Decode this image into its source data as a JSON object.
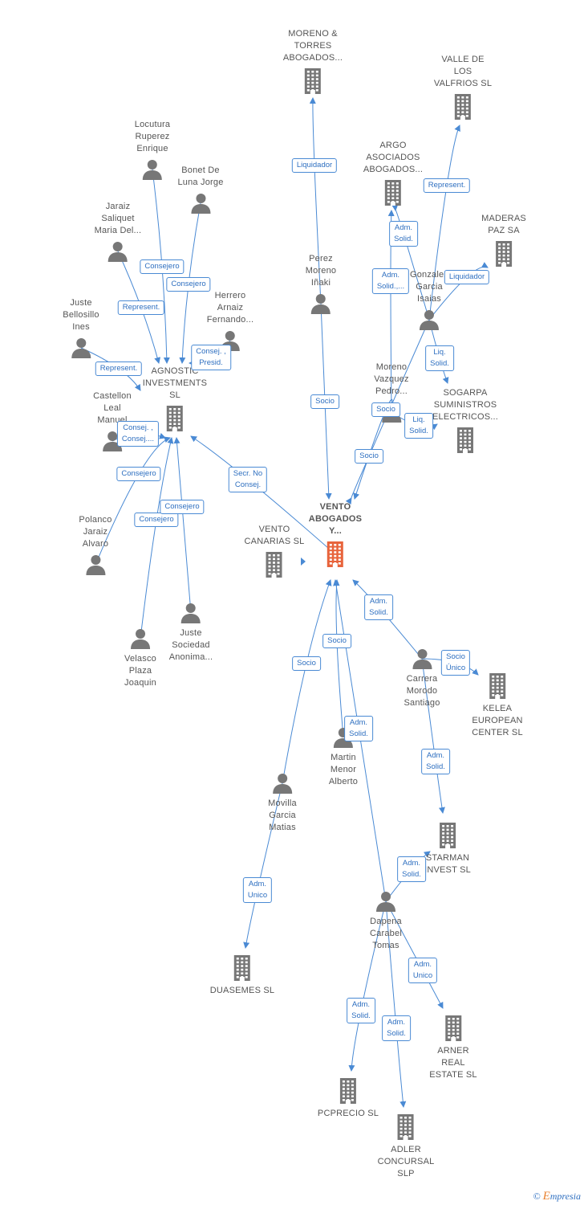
{
  "nodes": [
    {
      "id": "vento",
      "label": "VENTO\nABOGADOS\nY...",
      "kind": "company-main"
    },
    {
      "id": "moreno_torres",
      "label": "MORENO &\nTORRES\nABOGADOS...",
      "kind": "company"
    },
    {
      "id": "valle",
      "label": "VALLE DE\nLOS\nVALFRIOS  SL",
      "kind": "company"
    },
    {
      "id": "argo",
      "label": "ARGO\nASOCIADOS\nABOGADOS...",
      "kind": "company"
    },
    {
      "id": "maderas",
      "label": "MADERAS\nPAZ SA",
      "kind": "company"
    },
    {
      "id": "sogarpa",
      "label": "SOGARPA\nSUMINISTROS\nELECTRICOS...",
      "kind": "company"
    },
    {
      "id": "agnostic",
      "label": "AGNOSTIC\nINVESTMENTS\nSL",
      "kind": "company"
    },
    {
      "id": "vento_canarias",
      "label": "VENTO\nCANARIAS  SL",
      "kind": "company"
    },
    {
      "id": "kelea",
      "label": "KELEA\nEUROPEAN\nCENTER  SL",
      "kind": "company"
    },
    {
      "id": "starman",
      "label": "STARMAN\nINVEST  SL",
      "kind": "company"
    },
    {
      "id": "duasemes",
      "label": "DUASEMES  SL",
      "kind": "company"
    },
    {
      "id": "arner",
      "label": "ARNER\nREAL\nESTATE  SL",
      "kind": "company"
    },
    {
      "id": "pcprecio",
      "label": "PCPRECIO  SL",
      "kind": "company"
    },
    {
      "id": "adler",
      "label": "ADLER\nCONCURSAL\nSLP",
      "kind": "company"
    },
    {
      "id": "locutura",
      "label": "Locutura\nRuperez\nEnrique",
      "kind": "person"
    },
    {
      "id": "bonet",
      "label": "Bonet De\nLuna Jorge",
      "kind": "person"
    },
    {
      "id": "jaraiz_saliquet",
      "label": "Jaraiz\nSaliquet\nMaria Del...",
      "kind": "person"
    },
    {
      "id": "herrero",
      "label": "Herrero\nArnaiz\nFernando...",
      "kind": "person"
    },
    {
      "id": "juste_bellosillo",
      "label": "Juste\nBellosillo\nInes",
      "kind": "person"
    },
    {
      "id": "castellon",
      "label": "Castellon\nLeal\nManuel",
      "kind": "person"
    },
    {
      "id": "polanco",
      "label": "Polanco\nJaraiz\nAlvaro",
      "kind": "person"
    },
    {
      "id": "velasco",
      "label": "Velasco\nPlaza\nJoaquin",
      "kind": "person"
    },
    {
      "id": "juste_sa",
      "label": "Juste\nSociedad\nAnonima...",
      "kind": "person"
    },
    {
      "id": "perez",
      "label": "Perez\nMoreno\nIñaki",
      "kind": "person"
    },
    {
      "id": "gonzalez",
      "label": "Gonzalez\nGarcia\nIsaias",
      "kind": "person"
    },
    {
      "id": "moreno_vazquez",
      "label": "Moreno\nVazquez\nPedro...",
      "kind": "person"
    },
    {
      "id": "carrera",
      "label": "Carrera\nMorodo\nSantiago",
      "kind": "person"
    },
    {
      "id": "martin",
      "label": "Martin\nMenor\nAlberto",
      "kind": "person"
    },
    {
      "id": "movilla",
      "label": "Movilla\nGarcia\nMatias",
      "kind": "person"
    },
    {
      "id": "dapena",
      "label": "Dapena\nCarabel\nTomas",
      "kind": "person"
    }
  ],
  "edges": [
    {
      "from": "perez",
      "to": "moreno_torres",
      "label": "Liquidador"
    },
    {
      "from": "perez",
      "to": "vento",
      "label": "Socio"
    },
    {
      "from": "gonzalez",
      "to": "valle",
      "label": "Represent."
    },
    {
      "from": "gonzalez",
      "to": "argo",
      "label": "Adm.\nSolid."
    },
    {
      "from": "gonzalez",
      "to": "maderas",
      "label": "Liquidador"
    },
    {
      "from": "gonzalez",
      "to": "sogarpa",
      "label": "Liq.\nSolid."
    },
    {
      "from": "gonzalez",
      "to": "vento",
      "label": "Socio"
    },
    {
      "from": "moreno_vazquez",
      "to": "argo",
      "label": "Adm.\nSolid.,..."
    },
    {
      "from": "moreno_vazquez",
      "to": "sogarpa",
      "label": "Liq.\nSolid."
    },
    {
      "from": "moreno_vazquez",
      "to": "vento",
      "label": "Socio"
    },
    {
      "from": "locutura",
      "to": "agnostic",
      "label": "Consejero"
    },
    {
      "from": "bonet",
      "to": "agnostic",
      "label": "Consejero"
    },
    {
      "from": "jaraiz_saliquet",
      "to": "agnostic",
      "label": "Represent."
    },
    {
      "from": "herrero",
      "to": "agnostic",
      "label": "Consej. ,\nPresid."
    },
    {
      "from": "juste_bellosillo",
      "to": "agnostic",
      "label": "Represent."
    },
    {
      "from": "castellon",
      "to": "agnostic",
      "label": "Consej. ,\nConsej...."
    },
    {
      "from": "polanco",
      "to": "agnostic",
      "label": "Consejero"
    },
    {
      "from": "velasco",
      "to": "agnostic",
      "label": "Consejero"
    },
    {
      "from": "juste_sa",
      "to": "agnostic",
      "label": "Consejero"
    },
    {
      "from": "vento",
      "to": "agnostic",
      "label": "Secr.  No\nConsej."
    },
    {
      "from": "carrera",
      "to": "vento",
      "label": "Adm.\nSolid."
    },
    {
      "from": "carrera",
      "to": "kelea",
      "label": "Socio\nÚnico"
    },
    {
      "from": "carrera",
      "to": "starman",
      "label": "Adm.\nSolid."
    },
    {
      "from": "martin",
      "to": "vento",
      "label": "Socio"
    },
    {
      "from": "movilla",
      "to": "vento",
      "label": "Socio"
    },
    {
      "from": "movilla",
      "to": "duasemes",
      "label": "Adm.\nUnico"
    },
    {
      "from": "dapena",
      "to": "vento",
      "label": "Adm.\nSolid."
    },
    {
      "from": "dapena",
      "to": "starman",
      "label": "Adm.\nSolid."
    },
    {
      "from": "dapena",
      "to": "arner",
      "label": "Adm.\nUnico"
    },
    {
      "from": "dapena",
      "to": "pcprecio",
      "label": "Adm.\nSolid."
    },
    {
      "from": "dapena",
      "to": "adler",
      "label": "Adm.\nSolid."
    }
  ],
  "colors": {
    "edge": "#4a8ad4",
    "company": "#777777",
    "main": "#e8643c",
    "person": "#777777"
  },
  "copyright": {
    "symbol": "©",
    "brand_initial": "E",
    "brand_rest": "mpresia"
  }
}
